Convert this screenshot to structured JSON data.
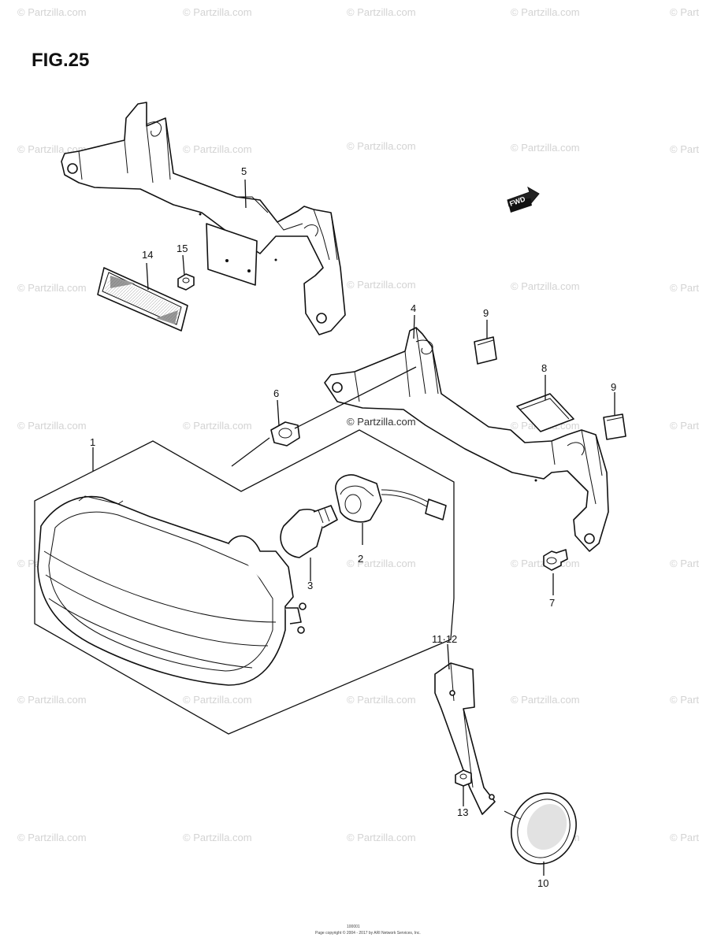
{
  "figure": {
    "title": "FIG.25",
    "fwd_label": "FWD"
  },
  "watermark": {
    "text": "© Partzilla.com",
    "text_short": "© Part"
  },
  "callouts": {
    "c1": "1",
    "c2": "2",
    "c3": "3",
    "c4": "4",
    "c5": "5",
    "c6": "6",
    "c7": "7",
    "c8": "8",
    "c9a": "9",
    "c9b": "9",
    "c10": "10",
    "c11_12": "11·12",
    "c13": "13",
    "c14": "14",
    "c15": "15"
  },
  "footer": {
    "code": "100001",
    "copyright": "Page copyright © 2004 - 2017 by ARI Network Services, Inc."
  }
}
